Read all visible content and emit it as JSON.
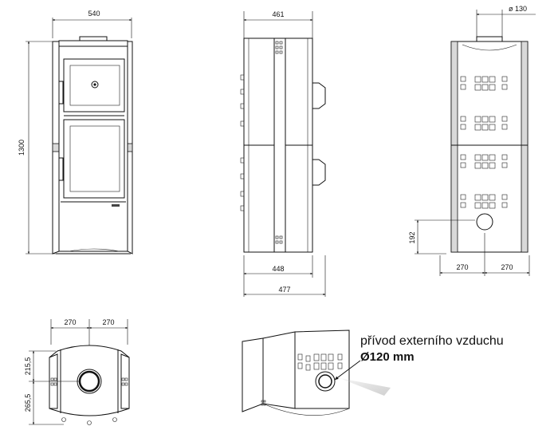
{
  "dimensions": {
    "front_width": "540",
    "front_height": "1300",
    "side_top_depth": "461",
    "side_base_depth": "448",
    "side_overall_depth": "477",
    "flue_diameter": "ø 130",
    "flue_height": "192",
    "back_left_offset": "270",
    "back_right_offset": "270",
    "top_left_offset": "270",
    "top_right_offset": "270",
    "top_front_depth": "215,5",
    "top_rear_depth": "265,5"
  },
  "note": {
    "line1": "přívod externího vzduchu",
    "line2": "Ø120 mm"
  }
}
